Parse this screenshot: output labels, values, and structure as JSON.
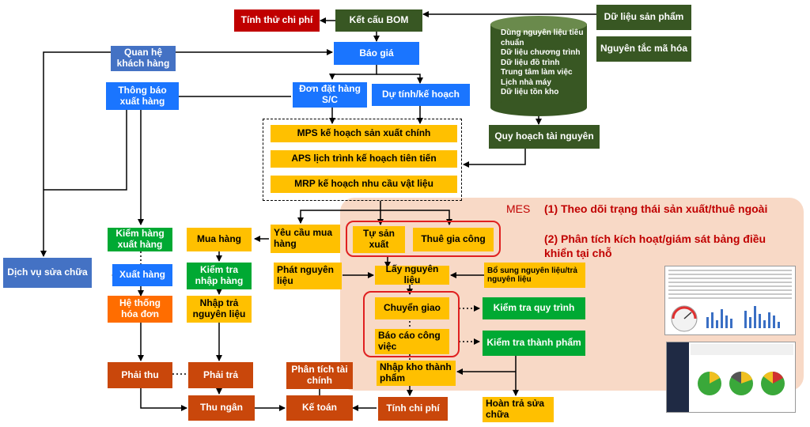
{
  "boxes": {
    "tinh_thu_chi_phi": "Tính thử chi phí",
    "ket_cau_bom": "Kết cấu BOM",
    "du_lieu_san_pham": "Dữ liệu sản phẩm",
    "nguyen_tac_ma_hoa": "Nguyên tắc mã hóa",
    "quan_he_khach_hang": "Quan hệ khách hàng",
    "bao_gia": "Báo giá",
    "thong_bao_xuat_hang": "Thông báo xuất hàng",
    "don_dat_hang": "Đơn đặt hàng S/C",
    "du_tinh_ke_hoach": "Dự tính/kế hoạch",
    "quy_hoach_tai_nguyen": "Quy hoạch tài nguyên",
    "mps": "MPS kế hoạch sản xuất chính",
    "aps": "APS lịch trình kế hoạch tiên tiến",
    "mrp": "MRP kế hoạch nhu cầu vật liệu",
    "kiem_hang_xuat_hang": "Kiểm hàng xuất hàng",
    "mua_hang": "Mua hàng",
    "yeu_cau_mua_hang": "Yêu cầu mua hàng",
    "tu_san_xuat": "Tự sản xuất",
    "thue_gia_cong": "Thuê gia công",
    "dich_vu_sua_chua": "Dịch vụ sửa chữa",
    "xuat_hang": "Xuất hàng",
    "kiem_tra_nhap_hang": "Kiểm tra nhập hàng",
    "phat_nguyen_lieu": "Phát nguyên liệu",
    "lay_nguyen_lieu": "Lấy nguyên liệu",
    "bo_sung_nguyen_lieu": "Bổ sung nguyên liệu/trả nguyên liệu",
    "he_thong_hoa_don": "Hệ thống hóa đơn",
    "nhap_tra_nguyen_lieu": "Nhập trả nguyên liệu",
    "chuyen_giao": "Chuyển giao",
    "kiem_tra_quy_trinh": "Kiểm tra quy trình",
    "bao_cao_cong_viec": "Báo cáo công việc",
    "kiem_tra_thanh_pham": "Kiểm tra thành phẩm",
    "nhap_kho_thanh_pham": "Nhập kho thành phẩm",
    "phai_thu": "Phải thu",
    "phai_tra": "Phải trả",
    "phan_tich_tai_chinh": "Phân tích tài chính",
    "thu_ngan": "Thu ngân",
    "ke_toan": "Kế toán",
    "tinh_chi_phi": "Tính chi phí",
    "hoan_tra_sua_chua": "Hoàn trả sửa chữa"
  },
  "database": {
    "items": [
      "Dùng nguyên liệu tiêu chuẩn",
      "Dữ liệu chương trình",
      "Dữ liệu đồ trình",
      "Trung tâm làm việc",
      "Lịch nhà máy",
      "Dữ liệu tồn kho"
    ]
  },
  "mes": {
    "title": "MES",
    "note1": "(1) Theo dõi trạng thái sản xuất/thuê ngoài",
    "note2": "(2) Phân tích kích hoạt/giám sát bảng điều khiển tại chỗ"
  },
  "colors": {
    "red": "#c00000",
    "dark_green": "#385723",
    "blue": "#0070c0",
    "yellow": "#ffc000",
    "green": "#00a933",
    "orange": "#ff6d00",
    "rust": "#c9470b",
    "mes_background": "#f8d9c6"
  }
}
